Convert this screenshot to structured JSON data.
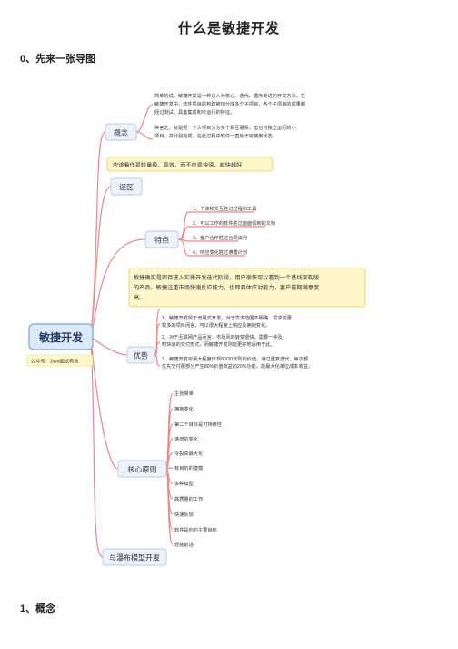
{
  "page": {
    "title": "什么是敏捷开发",
    "section0": "0、先来一张导图",
    "section1": "1、概念"
  },
  "mindmap": {
    "root": "敏捷开发",
    "root_note": "公众号：Java面试有数",
    "branches": {
      "concept": {
        "label": "概念",
        "note1": [
          "简单的说，敏捷开发是一种以人为核心、迭代、循序渐进的开发方法。在",
          "敏捷开发中，软件项目的构建被切分成多个子项目，各个子项目的成果都",
          "经过测试，具备集成和可运行的特征。"
        ],
        "note2": [
          "换言之，就是把一个大项目分为多个相互联系，但也可独立运行的小",
          "项目，并分别完成，在此过程中软件一直处于可使用状态。"
        ]
      },
      "misconception": {
        "label": "误区",
        "note": "应该看作是轻量级、高效，而不应是快速，越快越好"
      },
      "features": {
        "label": "特点",
        "items": [
          "1、个体和交互胜过过程和工具",
          "2、可以工作的软件胜过面面俱到的文档",
          "3、客户合作胜过合同谈判",
          "4、响应变化胜过遵循计划"
        ]
      },
      "advantages": {
        "label": "优势",
        "note": [
          "敏捷确实是项目进入实质开发迭代阶段，用户很快可以看到一个基线架构版",
          "的产品。敏捷注重市场快速反应能力，也即具体应对能力，客户前期满意度",
          "高。"
        ],
        "items": [
          [
            "1、敏捷开发属于增量式开发，对于需求范围不明确、需求变更",
            "较多的项目而言，可以很大程度上响应及拥抱变化。"
          ],
          [
            "2、对于互联网产品而言，市场风向转变很快，需要一种及",
            "时快速的交付形式，而敏捷开发则能更好地适用于此。"
          ],
          [
            "3、敏捷开发可最大程度体现80/20法则的价值，通过重复迭代，每次都",
            "优先交付那部分产生80%价值效益的20%功能，能最大化单位成本收益。"
          ]
        ]
      },
      "principles": {
        "label": "核心原则",
        "items": [
          "主张简单",
          "拥抱变化",
          "第二个目标是可持续性",
          "递增的变化",
          "令投资最大化",
          "有目的的建模",
          "多种模型",
          "高质量的工作",
          "快速反馈",
          "软件是你的主要目标",
          "轻装前进"
        ]
      },
      "waterfall": {
        "label": "与瀑布模型开发"
      }
    }
  },
  "colors": {
    "branch": "#e58a8a",
    "note_bg": "#fdf7c9",
    "note_border": "#e8d97a",
    "root_bg": "#dce9f7",
    "root_border": "#8fb2d9",
    "node_bg": "#eef3fb",
    "node_border": "#b9cde6"
  }
}
